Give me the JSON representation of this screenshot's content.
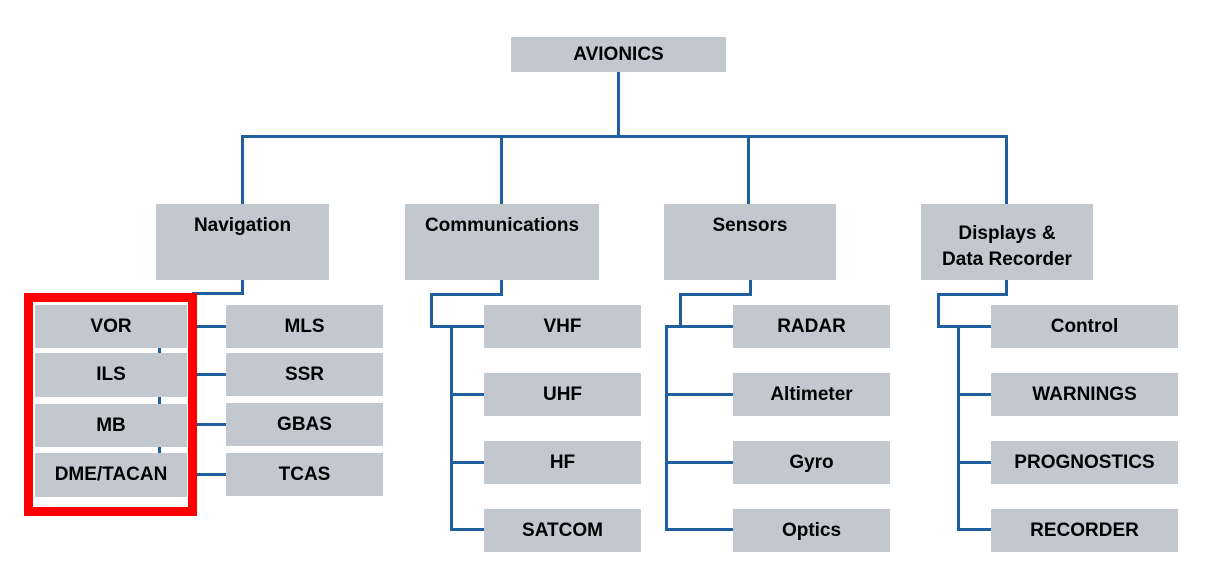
{
  "title": "Avionics system breakdown",
  "colors": {
    "box_fill": "#c2c8ce",
    "connector": "#1f5f9e",
    "highlight": "#ff0000",
    "text": "#000000"
  },
  "root": {
    "label": "AVIONICS"
  },
  "categories": [
    {
      "id": "navigation",
      "label": "Navigation",
      "children_left": [
        "VOR",
        "ILS",
        "MB",
        "DME/TACAN"
      ],
      "children_right": [
        "MLS",
        "SSR",
        "GBAS",
        "TCAS"
      ],
      "highlighted": [
        "VOR",
        "ILS",
        "MB",
        "DME/TACAN"
      ]
    },
    {
      "id": "communications",
      "label": "Communications",
      "children": [
        "VHF",
        "UHF",
        "HF",
        "SATCOM"
      ]
    },
    {
      "id": "sensors",
      "label": "Sensors",
      "children": [
        "RADAR",
        "Altimeter",
        "Gyro",
        "Optics"
      ]
    },
    {
      "id": "displays",
      "label": "Displays & Data Recorder",
      "label_lines": [
        "Displays &",
        "Data Recorder"
      ],
      "children": [
        "Control",
        "WARNINGS",
        "PROGNOSTICS",
        "RECORDER"
      ]
    }
  ]
}
